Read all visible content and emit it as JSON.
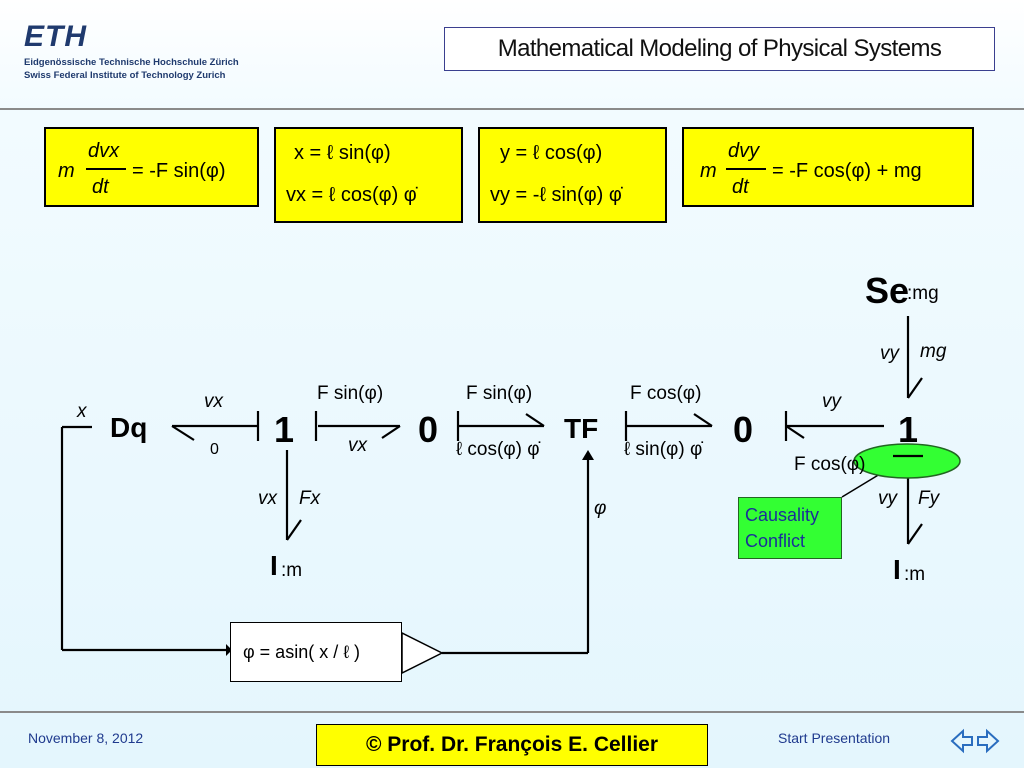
{
  "header": {
    "logo_mark": "ETH",
    "logo_line1": "Eidgenössische Technische Hochschule Zürich",
    "logo_line2": "Swiss Federal Institute of Technology Zurich",
    "title": "Mathematical Modeling of Physical Systems"
  },
  "equations": {
    "eq1_lhs_m": "m",
    "eq1_num": "dvx",
    "eq1_den": "dt",
    "eq1_rhs": "= -F sin(φ)",
    "eq2_line1": "x = ℓ sin(φ)",
    "eq2_line2": "vx = ℓ cos(φ) φ̇",
    "eq3_line1": "y = ℓ cos(φ)",
    "eq3_line2": "vy = -ℓ sin(φ) φ̇",
    "eq4_lhs_m": "m",
    "eq4_num": "dvy",
    "eq4_den": "dt",
    "eq4_rhs": "= -F cos(φ) + mg"
  },
  "diagram": {
    "se": "Se",
    "se_param": ":mg",
    "dq": "Dq",
    "x_label": "x",
    "one_left": "1",
    "zero_mid": "0",
    "tf": "TF",
    "zero_right": "0",
    "one_right": "1",
    "vx_top": "vx",
    "zero_small": "0",
    "fsin_top": "F sin(φ)",
    "vx_mid": "vx",
    "fsin_top2": "F sin(φ)",
    "lcos_phidot": "ℓ cos(φ) φ̇",
    "fcos_top": "F cos(φ)",
    "lsin_phidot": "ℓ sin(φ) φ̇",
    "vy_top": "vy",
    "fcos_bottom": "F cos(φ)",
    "vy_se": "vy",
    "mg_se": "mg",
    "vx_I": "vx",
    "Fx_I": "Fx",
    "I_left": "I",
    "I_left_param": ":m",
    "phi_label": "φ",
    "vy_I": "vy",
    "Fy_I": "Fy",
    "I_right": "I",
    "I_right_param": ":m",
    "conflict_line1": "Causality",
    "conflict_line2": "Conflict",
    "gate_expr": "φ = asin( x / ℓ )"
  },
  "footer": {
    "date": "November 8, 2012",
    "author": "©  Prof. Dr. François E. Cellier",
    "start": "Start Presentation",
    "nav_icon": "left-right-arrows-icon"
  },
  "colors": {
    "eq_box_fill": "#ffff00",
    "conflict_fill": "#33ff33",
    "conflict_text": "#1a2f99",
    "footer_text": "#1f3a8e"
  }
}
